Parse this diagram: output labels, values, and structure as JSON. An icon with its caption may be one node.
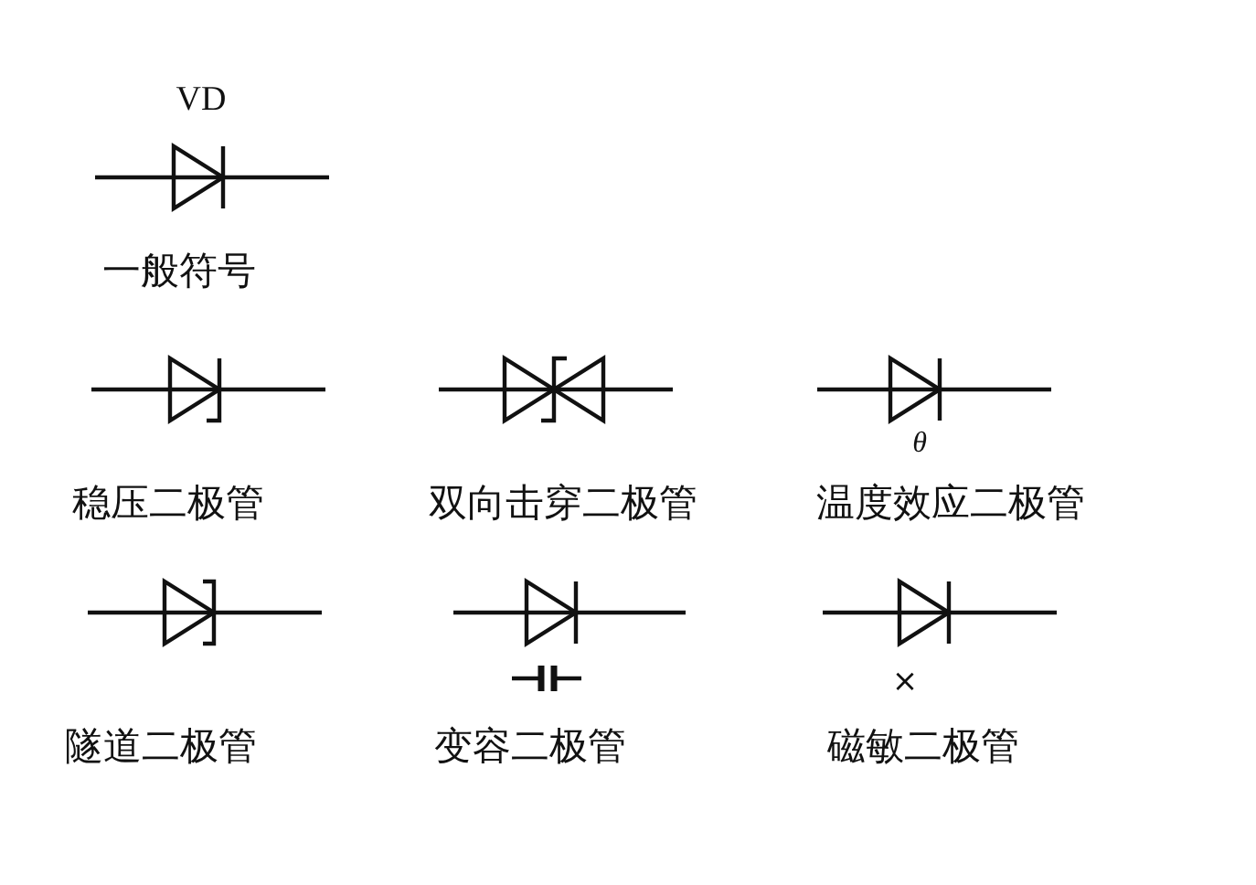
{
  "diagram": {
    "labels": [
      "VD",
      "一般符号",
      "θ",
      "稳压二极管",
      "双向击穿二极管",
      "温度效应二极管",
      "×",
      "隧道二极管",
      "变容二极管",
      "磁敏二极管"
    ]
  }
}
